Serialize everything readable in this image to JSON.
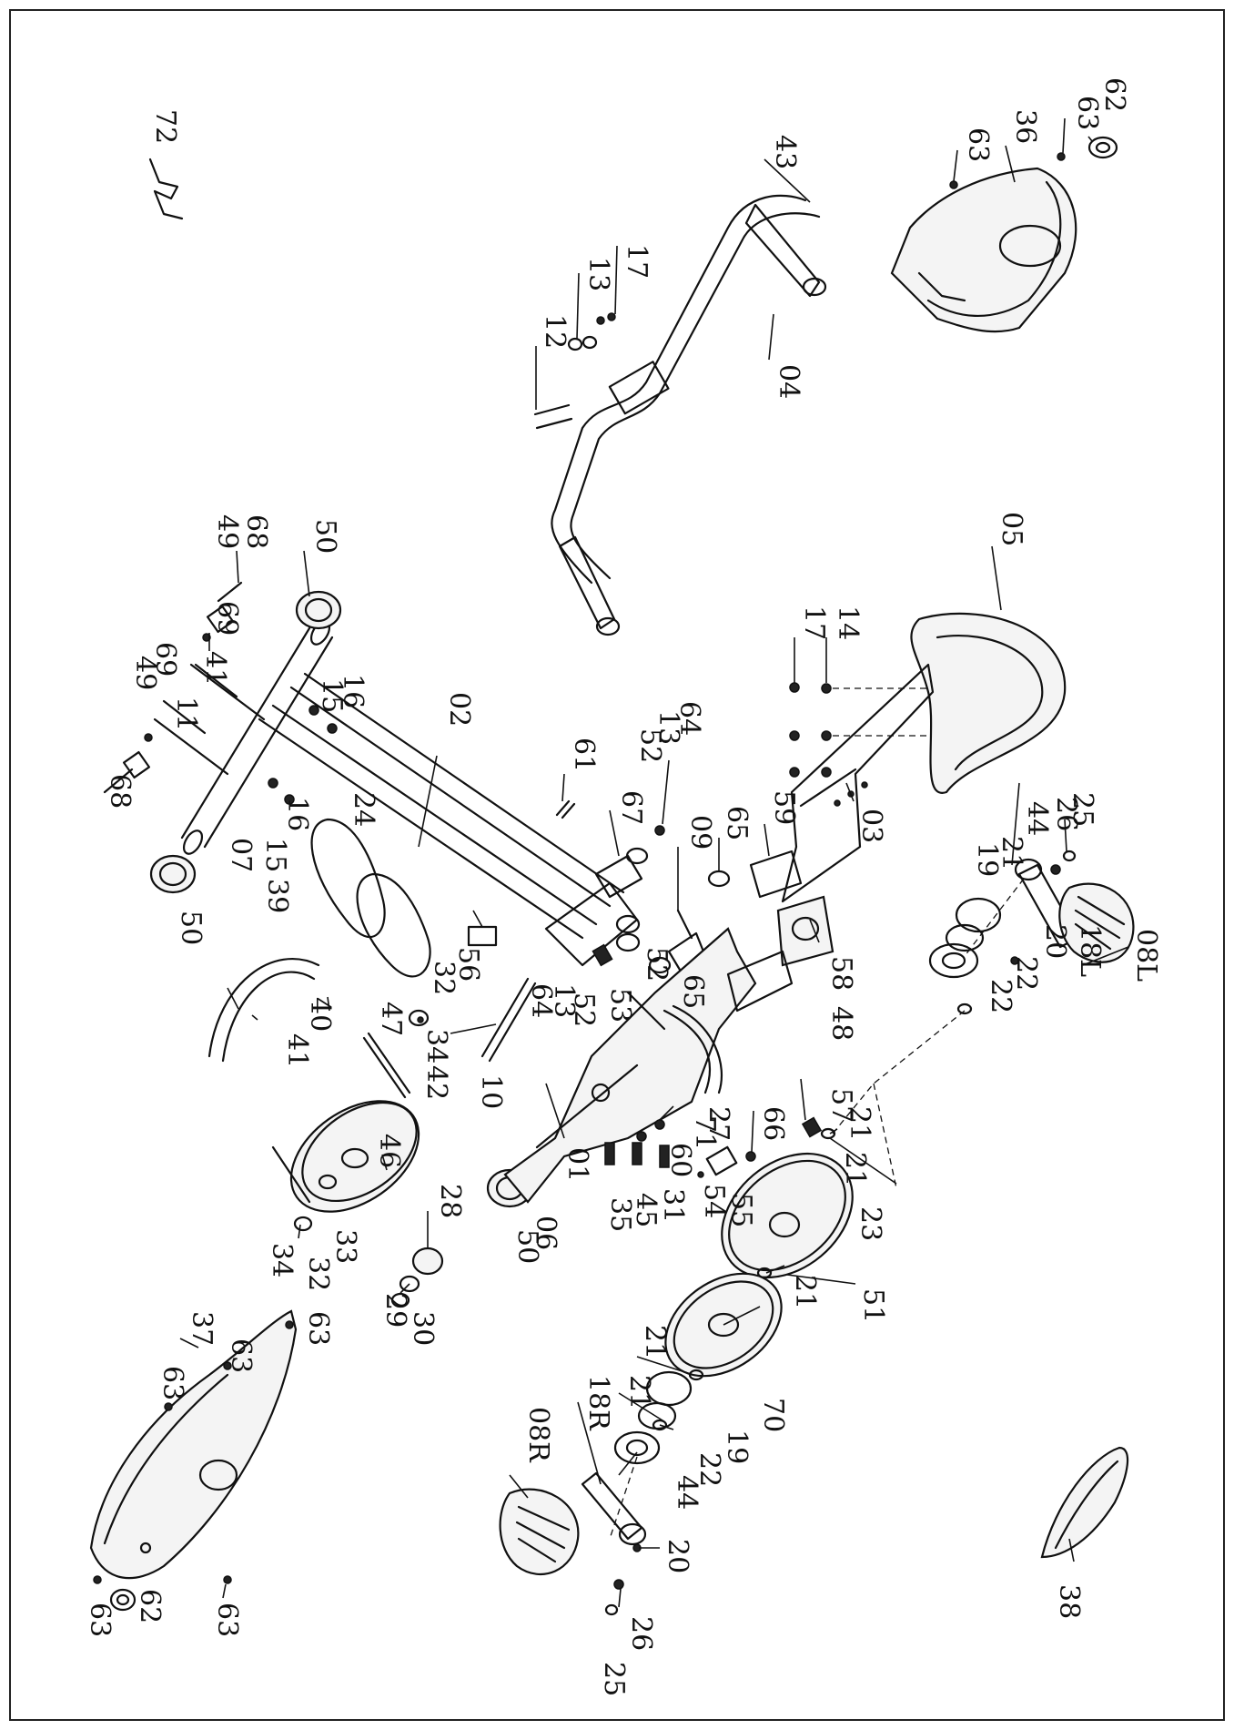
{
  "diagram": {
    "labels": [
      "72",
      "62",
      "63",
      "63",
      "36",
      "43",
      "17",
      "13",
      "12",
      "04",
      "05",
      "14",
      "17",
      "68",
      "49",
      "69",
      "50",
      "64",
      "13",
      "52",
      "59",
      "03",
      "61",
      "67",
      "09",
      "65",
      "16",
      "15",
      "41",
      "69",
      "49",
      "11",
      "02",
      "68",
      "50",
      "07",
      "15",
      "16",
      "39",
      "24",
      "65",
      "52",
      "53",
      "25",
      "26",
      "44",
      "21",
      "19",
      "20",
      "22",
      "58",
      "48",
      "08L",
      "18L",
      "56",
      "32",
      "64",
      "13",
      "52",
      "40",
      "41",
      "47",
      "34",
      "57",
      "21",
      "10",
      "42",
      "71",
      "66",
      "27",
      "60",
      "01",
      "21",
      "22",
      "46",
      "54",
      "55",
      "23",
      "33",
      "34",
      "32",
      "28",
      "31",
      "45",
      "35",
      "06",
      "29",
      "50",
      "30",
      "51",
      "21",
      "21",
      "70",
      "18R",
      "19",
      "63",
      "37",
      "63",
      "21",
      "22",
      "08R",
      "44",
      "63",
      "20",
      "26",
      "62",
      "63",
      "63",
      "25",
      "38"
    ]
  }
}
